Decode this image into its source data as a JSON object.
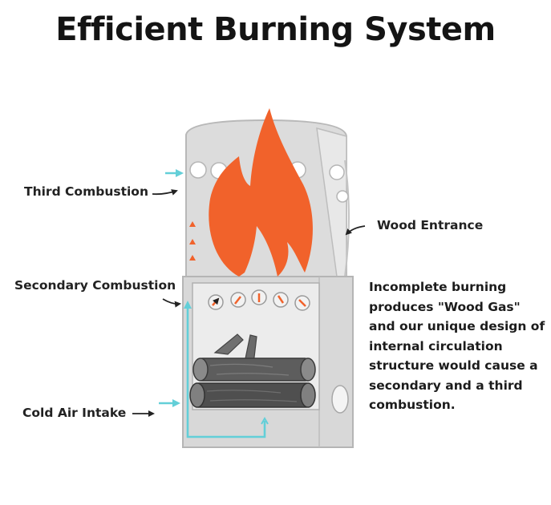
{
  "title": "Efficient Burning System",
  "labels": {
    "third_combustion": "Third Combustion",
    "wood_entrance": "Wood Entrance",
    "secondary_combustion": "Secondary Combustion",
    "cold_air_intake": "Cold Air Intake"
  },
  "description": [
    "Incomplete burning",
    "produces \"Wood Gas\"",
    "and our unique design of",
    "internal circulation",
    "structure would cause a",
    "secondary and a third",
    "combustion."
  ],
  "colors": {
    "flame": "#f1622b",
    "airflow": "#63cfd8",
    "steel": "#d8d8d8",
    "wood": "#555555"
  }
}
